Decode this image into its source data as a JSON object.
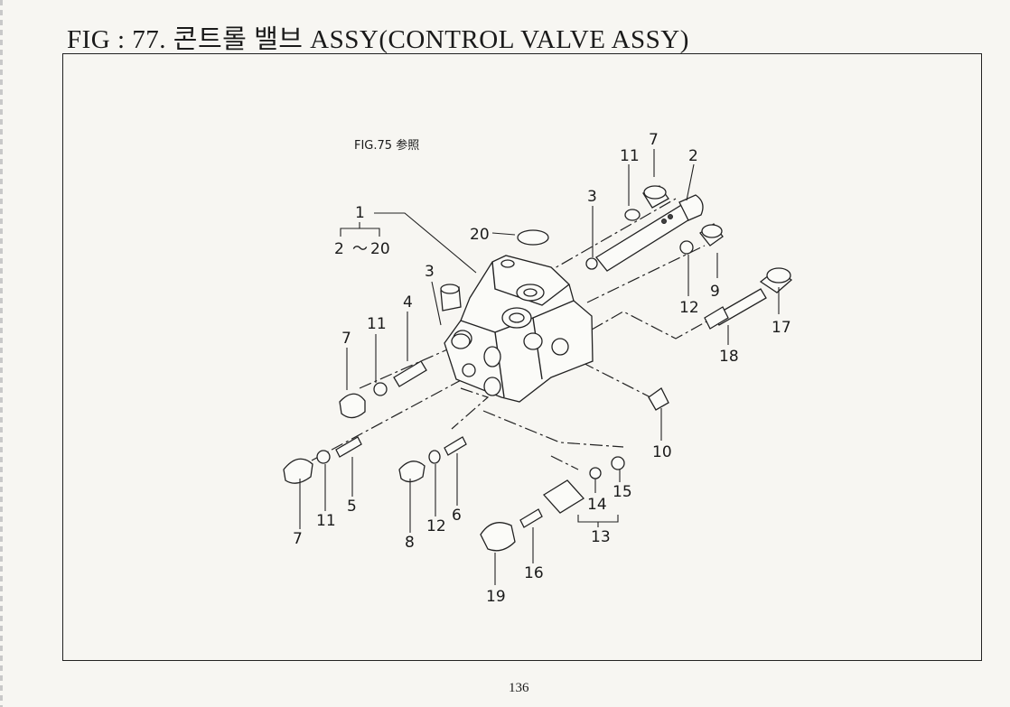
{
  "page": {
    "title": "FIG : 77. 콘트롤 밸브 ASSY(CONTROL VALVE ASSY)",
    "page_number": "136"
  },
  "diagram": {
    "reference_note": "FIG.75 参照",
    "range_top": "1",
    "range_from": "2",
    "range_sep": "～",
    "range_to": "20",
    "callouts": {
      "c2": "2",
      "c3a": "3",
      "c3b": "3",
      "c4": "4",
      "c5": "5",
      "c6": "6",
      "c7a": "7",
      "c7b": "7",
      "c7c": "7",
      "c8": "8",
      "c9": "9",
      "c10": "10",
      "c11a": "11",
      "c11b": "11",
      "c11c": "11",
      "c12a": "12",
      "c12b": "12",
      "c13": "13",
      "c14": "14",
      "c15": "15",
      "c16": "16",
      "c17": "17",
      "c18": "18",
      "c19": "19",
      "c20": "20"
    }
  }
}
